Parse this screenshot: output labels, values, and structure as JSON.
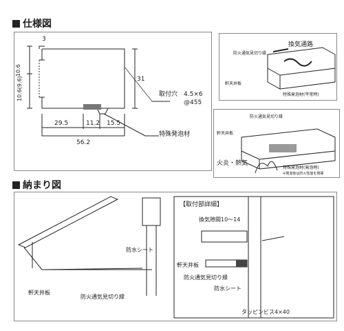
{
  "spec_section": {
    "heading": "仕様図"
  },
  "spec_drawing": {
    "dim_top": "3",
    "dim_side_upper": "10.6",
    "dim_side_lower": "10.6(9.6)",
    "dim_height": "31",
    "dim_a": "29.5",
    "dim_b": "11.2",
    "dim_c": "15.5",
    "dim_total": "56.2",
    "hole_label": "取付穴",
    "hole_size": "4.5×6",
    "hole_pitch": "@455",
    "material_label": "特殊発泡材"
  },
  "detail_top": {
    "exhaust_path": "換気通路",
    "fire_line": "防火通気見切り縁",
    "ceiling": "軒天井板",
    "foam": "特殊発泡材(平常時)"
  },
  "detail_bottom": {
    "fire_line": "防火通気見切り縁",
    "ceiling": "軒天井板",
    "fire_heat": "火炎・熱気",
    "foam": "特殊発泡材(発泡時)",
    "note": "※発泡後は防火性能を発揮"
  },
  "install_section": {
    "heading": "納まり図"
  },
  "install_drawing": {
    "waterproof_sheet": "防水シート",
    "ceiling_board": "軒天井板",
    "fire_line": "防火通気見切り縁"
  },
  "mount_detail": {
    "title": "【取付部詳細】",
    "gap": "換気隙間10～14",
    "ceiling": "軒天井板",
    "fire_line": "防火通気見切り縁",
    "waterproof_sheet": "防水シート",
    "screw": "タッピンビス4×40"
  }
}
